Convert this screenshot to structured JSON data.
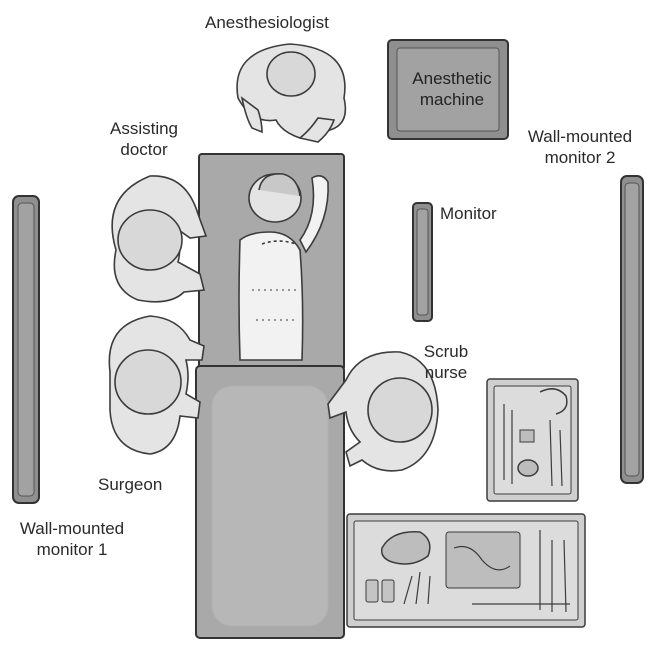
{
  "labels": {
    "anesthesiologist": "Anesthesiologist",
    "anesthetic_machine": [
      "Anesthetic",
      "machine"
    ],
    "assisting_doctor": [
      "Assisting",
      "doctor"
    ],
    "wall_monitor_2": [
      "Wall-mounted",
      "monitor 2"
    ],
    "monitor": "Monitor",
    "scrub_nurse": [
      "Scrub",
      "nurse"
    ],
    "surgeon": "Surgeon",
    "wall_monitor_1": [
      "Wall-mounted",
      "monitor 1"
    ]
  },
  "colors": {
    "ink": "#3c3c3c",
    "figure_fill": "#e4e4e4",
    "table_fill": "#a9a9a9",
    "sheet_fill": "#b7b7b7",
    "equipment_fill": "#8f8f8f",
    "equipment_inner": "#a2a2a2",
    "tray_fill": "#cfcfcf",
    "skin_fill": "#f2f2f2"
  }
}
